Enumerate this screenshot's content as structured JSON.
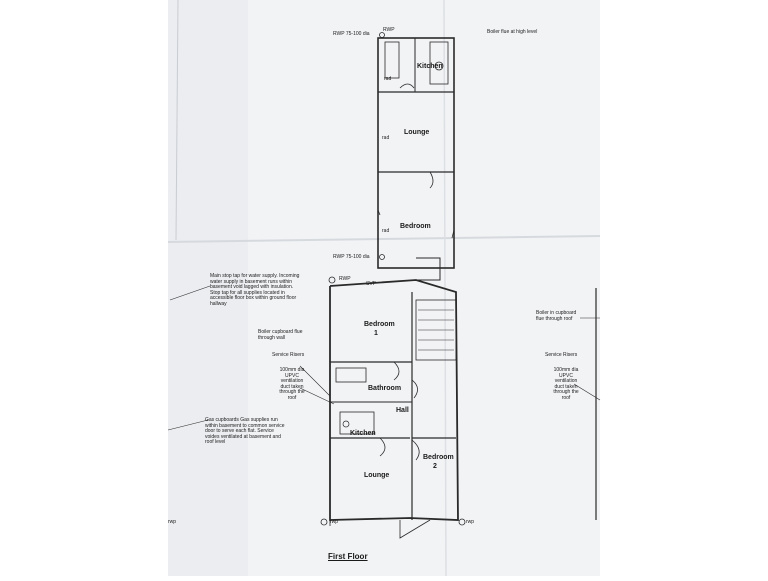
{
  "photo": {
    "paper_color": "#f1f2f4",
    "line_color": "#2a2a2a"
  },
  "upper_floor": {
    "rwp_1": "RWP 75-100 dia",
    "rwp_tag": "RWP",
    "boiler_note": "Boiler flue at high level",
    "rooms": {
      "kitchen": "Kitchen",
      "lounge": "Lounge",
      "bedroom": "Bedroom"
    },
    "rwp_2": "RWP 75-100 dia",
    "rad": "rad"
  },
  "first_floor": {
    "title": "First Floor",
    "rwp": "RWP",
    "svp": "SVP",
    "rooms": {
      "bedroom1_a": "Bedroom",
      "bedroom1_b": "1",
      "bathroom": "Bathroom",
      "hall": "Hall",
      "kitchen": "Kitchen",
      "lounge": "Lounge",
      "bedroom2_a": "Bedroom",
      "bedroom2_b": "2"
    },
    "notes": {
      "stop_tap": "Main stop tap for water supply. Incoming water supply in basement runs within basement void lagged with insulation. Stop tap for all supplies located in accessible floor box within ground floor hallway",
      "boiler_cupboard": "Boiler cupboard flue through wall",
      "service_risers": "Service Risers",
      "ventilation": "100mm dia UPVC ventilation duct taken through the roof",
      "gas": "Gas cupboards Gas supplies run within basement to common service door to serve each flat. Service voides ventilated at basement and roof level",
      "right_boiler": "Boiler in cupboard flue through roof",
      "right_risers": "Service Risers",
      "right_vent": "100mm dia UPVC ventilation duct taken through the roof",
      "rwp_bottom": "rwp"
    }
  }
}
